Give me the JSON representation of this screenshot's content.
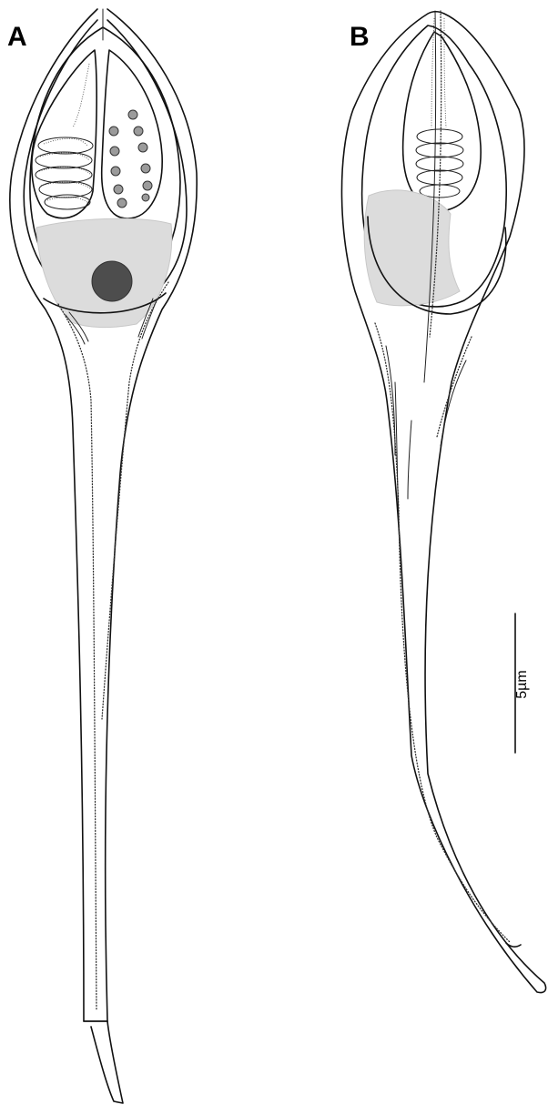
{
  "figure": {
    "panels": [
      {
        "label": "A",
        "name": "spore-front-view"
      },
      {
        "label": "B",
        "name": "spore-side-view"
      }
    ],
    "scale_bar": {
      "label": "5µm"
    },
    "colors": {
      "outline": "#111111",
      "sporoplasm": "#dcdcdc",
      "vacuole": "#4d4d4d",
      "granule": "#9b9b9b"
    }
  }
}
